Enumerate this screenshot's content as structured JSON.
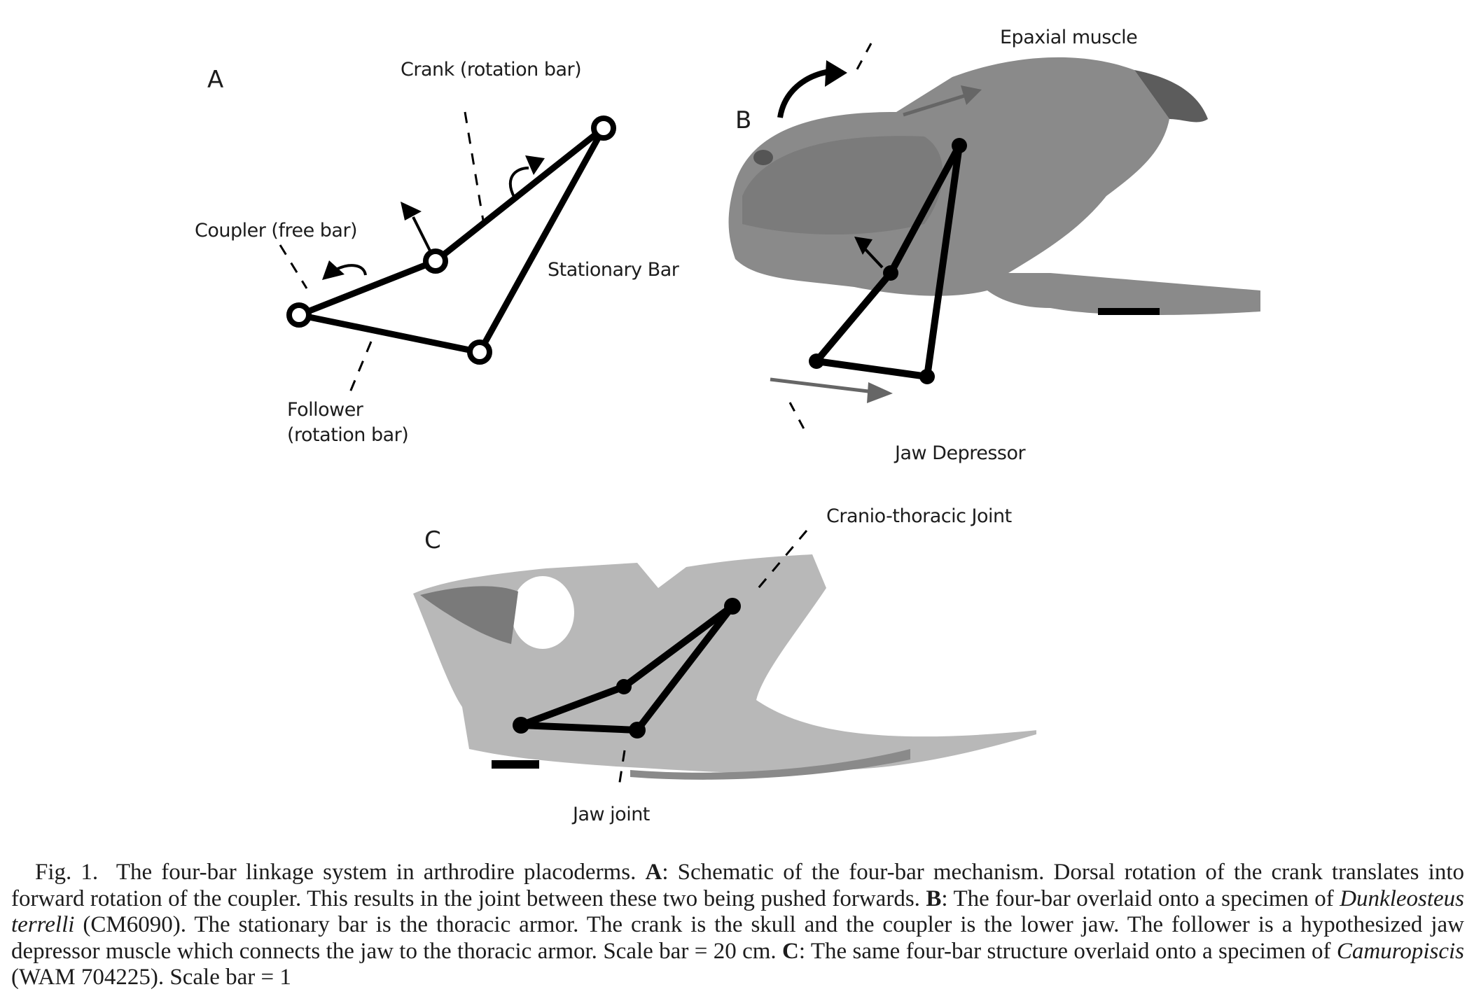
{
  "figure": {
    "panel_a": {
      "letter": "A",
      "labels": {
        "crank": "Crank (rotation bar)",
        "coupler": "Coupler (free bar)",
        "stationary": "Stationary Bar",
        "follower_line1": "Follower",
        "follower_line2": "(rotation bar)"
      }
    },
    "panel_b": {
      "letter": "B",
      "labels": {
        "epaxial": "Epaxial muscle",
        "jaw_depressor": "Jaw Depressor"
      },
      "specimen": "Dunkleosteus terrelli (CM6090)"
    },
    "panel_c": {
      "letter": "C",
      "labels": {
        "cranio_thoracic": "Cranio-thoracic Joint",
        "jaw_joint": "Jaw joint"
      },
      "specimen": "Camuropiscis (WAM 704225)"
    }
  },
  "caption": {
    "fig_label": "Fig. 1.",
    "intro": "The four-bar linkage system in arthrodire placoderms.",
    "a_key": "A",
    "a_text": ": Schematic of the four-bar mechanism. Dorsal rotation of the crank translates into forward rotation of the coupler. This results in the joint between these two being pushed forwards.",
    "b_key": "B",
    "b_text_1": ": The four-bar overlaid onto a specimen of",
    "b_species": "Dunkleosteus terrelli",
    "b_text_2": "(CM6090). The stationary bar is the thoracic armor. The crank is the skull and the coupler is the lower jaw. The follower is a hypothesized jaw depressor muscle which connects the jaw to the thoracic armor. Scale bar = 20 cm.",
    "c_key": "C",
    "c_text_1": ": The same four-bar structure overlaid onto a specimen of",
    "c_genus": "Camuropiscis",
    "c_text_2": "(WAM 704225). Scale bar =",
    "c_text_3": "1"
  }
}
